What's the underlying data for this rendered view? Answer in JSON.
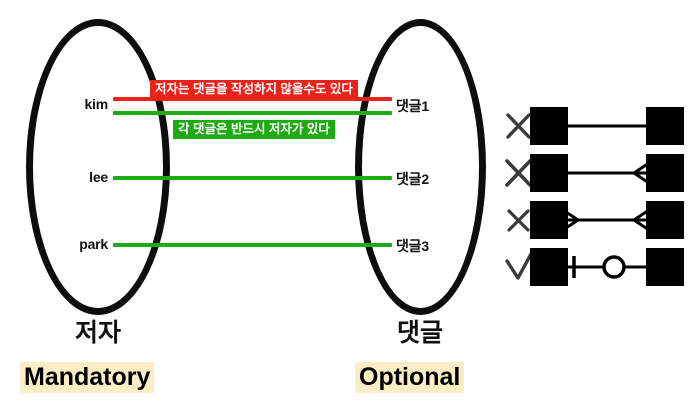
{
  "diagram": {
    "type": "er-cardinality-mapping",
    "background": "#ffffff",
    "colors": {
      "mandatory_line": "#1faa14",
      "optional_line": "#ec2119",
      "outline": "#0d0d0d",
      "highlight": "#fbeec4"
    },
    "sets": {
      "left": {
        "name": "저자",
        "cardinality_word": "Mandatory",
        "members": [
          {
            "label": "kim"
          },
          {
            "label": "lee"
          },
          {
            "label": "park"
          }
        ]
      },
      "right": {
        "name": "댓글",
        "cardinality_word": "Optional",
        "members": [
          {
            "label": "댓글1"
          },
          {
            "label": "댓글2"
          },
          {
            "label": "댓글3"
          }
        ]
      }
    },
    "mappings": [
      {
        "from": "kim",
        "to": "댓글1",
        "color": "red",
        "meaning": "optional"
      },
      {
        "from": "kim",
        "to": "댓글1",
        "color": "green",
        "meaning": "mandatory"
      },
      {
        "from": "lee",
        "to": "댓글2",
        "color": "green",
        "meaning": "mandatory"
      },
      {
        "from": "park",
        "to": "댓글3",
        "color": "green",
        "meaning": "mandatory"
      }
    ],
    "annotations": [
      {
        "id": "red-note",
        "text": "저자는 댓글을 작성하지 않을수도 있다",
        "color": "red"
      },
      {
        "id": "green-note",
        "text": "각 댓글은 반드시 저자가 있다",
        "color": "green"
      }
    ]
  },
  "legend": {
    "rows": [
      {
        "verdict": "cross-icon",
        "left_end": "plain",
        "right_end": "plain"
      },
      {
        "verdict": "cross-icon",
        "left_end": "plain",
        "right_end": "crowsfoot"
      },
      {
        "verdict": "cross-icon",
        "left_end": "crowsfoot",
        "right_end": "crowsfoot"
      },
      {
        "verdict": "check-icon",
        "left_end": "one-bar",
        "right_end": "zero-circle"
      }
    ]
  }
}
